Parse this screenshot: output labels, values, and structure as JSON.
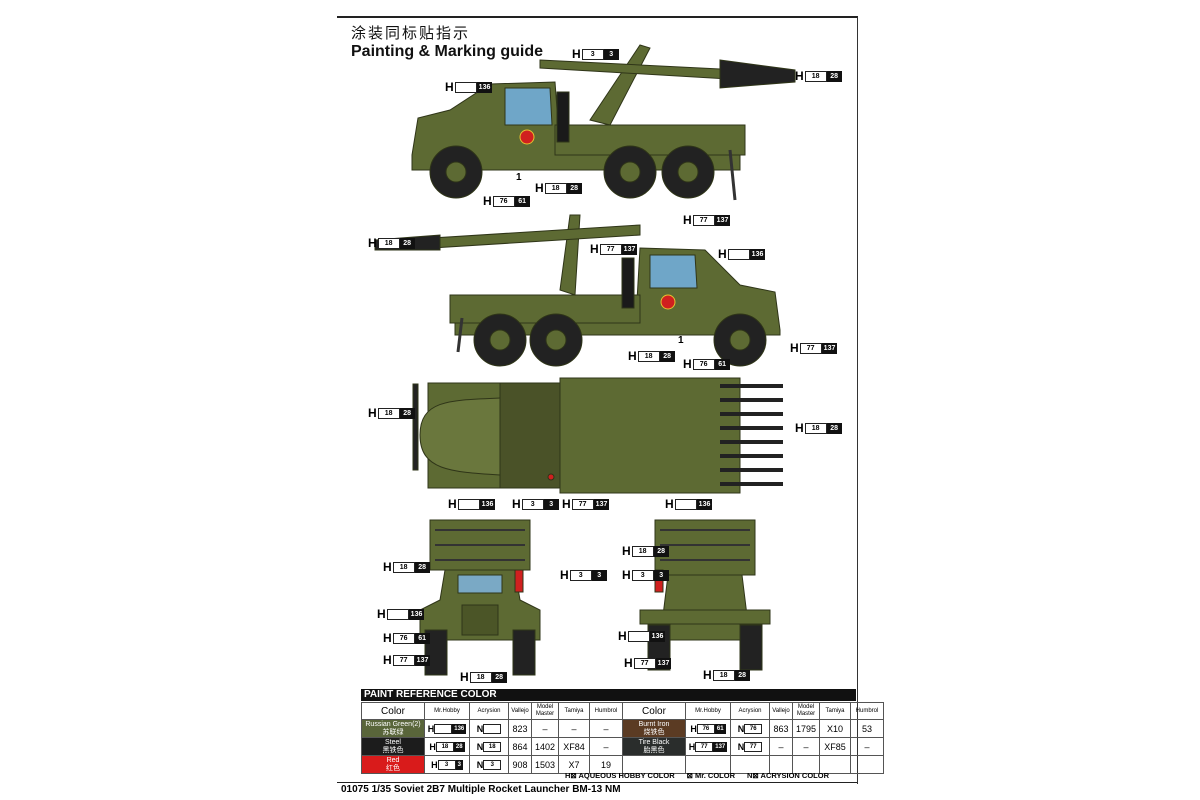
{
  "header": {
    "title_cn": "涂装同标贴指示",
    "title_en": "Painting & Marking guide"
  },
  "colors": {
    "olive": "#5d6a33",
    "olive_dark": "#3d4620",
    "black": "#1a1a1a",
    "red": "#d0201f",
    "burnt_iron": "#5a3a22"
  },
  "callouts": [
    {
      "pre": "H",
      "w": "",
      "b": "136"
    },
    {
      "pre": "H",
      "w": "3",
      "b": "3"
    },
    {
      "pre": "H",
      "w": "18",
      "b": "28"
    },
    {
      "pre": "H",
      "w": "18",
      "b": "28"
    },
    {
      "pre": "H",
      "w": "76",
      "b": "61"
    },
    {
      "pre": "H",
      "w": "77",
      "b": "137"
    },
    {
      "pre": "H",
      "w": "18",
      "b": "28"
    },
    {
      "pre": "H",
      "w": "77",
      "b": "137"
    },
    {
      "pre": "H",
      "w": "",
      "b": "136"
    },
    {
      "pre": "H",
      "w": "18",
      "b": "28"
    },
    {
      "pre": "H",
      "w": "76",
      "b": "61"
    },
    {
      "pre": "H",
      "w": "77",
      "b": "137"
    },
    {
      "pre": "H",
      "w": "18",
      "b": "28"
    },
    {
      "pre": "H",
      "w": "18",
      "b": "28"
    },
    {
      "pre": "H",
      "w": "",
      "b": "136"
    },
    {
      "pre": "H",
      "w": "3",
      "b": "3"
    },
    {
      "pre": "H",
      "w": "77",
      "b": "137"
    },
    {
      "pre": "H",
      "w": "",
      "b": "136"
    },
    {
      "pre": "H",
      "w": "18",
      "b": "28"
    },
    {
      "pre": "H",
      "w": "3",
      "b": "3"
    },
    {
      "pre": "H",
      "w": "",
      "b": "136"
    },
    {
      "pre": "H",
      "w": "76",
      "b": "61"
    },
    {
      "pre": "H",
      "w": "77",
      "b": "137"
    },
    {
      "pre": "H",
      "w": "18",
      "b": "28"
    },
    {
      "pre": "H",
      "w": "18",
      "b": "28"
    },
    {
      "pre": "H",
      "w": "3",
      "b": "3"
    },
    {
      "pre": "H",
      "w": "",
      "b": "136"
    },
    {
      "pre": "H",
      "w": "77",
      "b": "137"
    },
    {
      "pre": "H",
      "w": "18",
      "b": "28"
    }
  ],
  "decal_numbers": [
    "1",
    "1"
  ],
  "paint_table": {
    "title": "PAINT  REFERENCE COLOR",
    "headers": [
      "Color",
      "Mr.Hobby",
      "Acrysion",
      "Vallejo",
      "Model Master",
      "Tamiya",
      "Humbrol"
    ],
    "left": [
      {
        "name": "Russian Green(2)",
        "cn": "苏联绿",
        "color": "#59653a",
        "h": [
          "",
          "136"
        ],
        "n": "",
        "vallejo": "823",
        "mm": "–",
        "tamiya": "–",
        "humbrol": "–"
      },
      {
        "name": "Steel",
        "cn": "黑铁色",
        "color": "#1c1c1c",
        "h": [
          "18",
          "28"
        ],
        "n": "18",
        "vallejo": "864",
        "mm": "1402",
        "tamiya": "XF84",
        "humbrol": "–"
      },
      {
        "name": "Red",
        "cn": "红色",
        "color": "#d91b1b",
        "h": [
          "3",
          "3"
        ],
        "n": "3",
        "vallejo": "908",
        "mm": "1503",
        "tamiya": "X7",
        "humbrol": "19"
      }
    ],
    "right": [
      {
        "name": "Burnt Iron",
        "cn": "烧铁色",
        "color": "#5b3b23",
        "h": [
          "76",
          "61"
        ],
        "n": "76",
        "vallejo": "863",
        "mm": "1795",
        "tamiya": "X10",
        "humbrol": "53"
      },
      {
        "name": "Tire Black",
        "cn": "胎黑色",
        "color": "#2a2d2c",
        "h": [
          "77",
          "137"
        ],
        "n": "77",
        "vallejo": "–",
        "mm": "–",
        "tamiya": "XF85",
        "humbrol": "–"
      }
    ],
    "legend": [
      "H⊠ AQUEOUS HOBBY COLOR",
      "⊠ Mr. COLOR",
      "N⊠ ACRYSION COLOR"
    ]
  },
  "footer": "01075 1/35 Soviet 2B7 Multiple Rocket Launcher BM-13 NM"
}
